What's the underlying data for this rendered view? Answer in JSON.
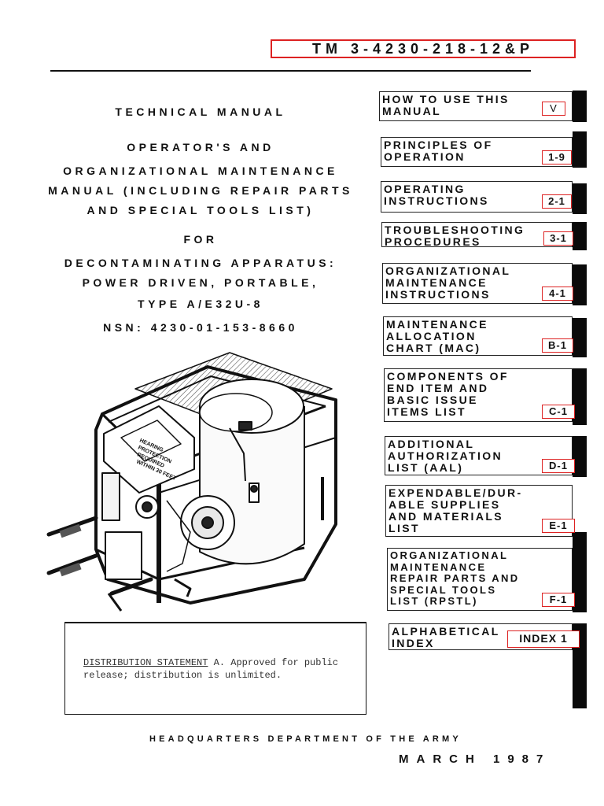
{
  "header": {
    "tm_number": "TM  3-4230-218-12&P"
  },
  "title": {
    "lines": [
      "TECHNICAL MANUAL",
      "OPERATOR'S AND",
      "ORGANIZATIONAL MAINTENANCE",
      "MANUAL (INCLUDING REPAIR PARTS",
      "AND SPECIAL TOOLS LIST)",
      "FOR",
      "DECONTAMINATING APPARATUS:",
      "POWER DRIVEN, PORTABLE,",
      "TYPE A/E32U-8",
      "NSN: 4230-01-153-8660"
    ]
  },
  "illustration": {
    "placard": "HEARING PROTECTION REQUIRED WITHIN 30 FEET"
  },
  "distribution": {
    "label": "DISTRIBUTION STATEMENT",
    "text": " A. Approved for public release; distribution is unlimited."
  },
  "footer": {
    "agency": "HEADQUARTERS DEPARTMENT OF THE ARMY",
    "date": "MARCH 1987"
  },
  "tabs": [
    {
      "label": "HOW TO USE THIS\nMANUAL",
      "page": "V"
    },
    {
      "label": "PRINCIPLES OF\nOPERATION",
      "page": "1-9"
    },
    {
      "label": "OPERATING\nINSTRUCTIONS",
      "page": "2-1"
    },
    {
      "label": "TROUBLESHOOTING\nPROCEDURES",
      "page": "3-1"
    },
    {
      "label": "ORGANIZATIONAL\nMAINTENANCE\nINSTRUCTIONS",
      "page": "4-1"
    },
    {
      "label": "MAINTENANCE\nALLOCATION\nCHART (MAC)",
      "page": "B-1"
    },
    {
      "label": "COMPONENTS OF\nEND ITEM AND\nBASIC ISSUE\nITEMS LIST",
      "page": "C-1"
    },
    {
      "label": "ADDITIONAL\nAUTHORIZATION\nLIST (AAL)",
      "page": "D-1"
    },
    {
      "label": "EXPENDABLE/DUR-\nABLE SUPPLIES\nAND MATERIALS\nLIST",
      "page": "E-1"
    },
    {
      "label": "ORGANIZATIONAL\nMAINTENANCE\nREPAIR PARTS AND\nSPECIAL TOOLS\nLIST (RPSTL)",
      "page": "F-1"
    },
    {
      "label": "ALPHABETICAL\nINDEX",
      "page": "INDEX 1"
    }
  ]
}
